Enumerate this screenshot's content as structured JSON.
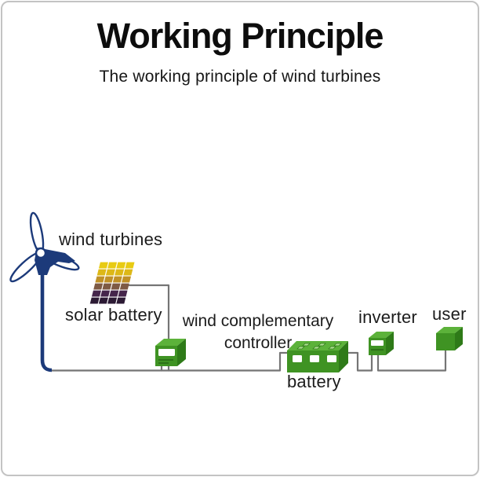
{
  "header": {
    "title": "Working Principle",
    "subtitle": "The working principle of wind turbines"
  },
  "diagram": {
    "labels": {
      "wind_turbines": "wind turbines",
      "solar_battery": "solar battery",
      "controller_line1": "wind complementary",
      "controller_line2": "controller",
      "battery": "battery",
      "inverter": "inverter",
      "user": "user"
    },
    "colors": {
      "wire": "#757575",
      "turbine_blue": "#1c3a7a",
      "box_top": "#5cb23a",
      "box_front": "#3f9323",
      "box_side": "#2e7a18",
      "box_detail": "#ffffff",
      "terminal_green": "#aedd92",
      "panel_rows": [
        "#e8cb12",
        "#ddb817",
        "#c09127",
        "#7e5a44",
        "#45254b",
        "#2c1a34"
      ]
    }
  }
}
